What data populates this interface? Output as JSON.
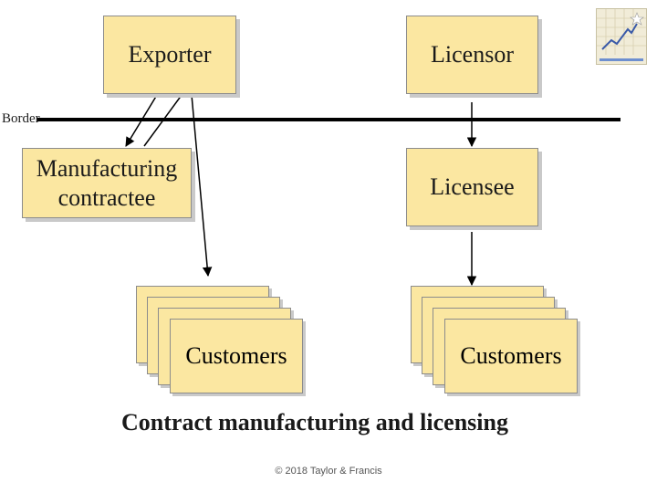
{
  "diagram": {
    "exporter": "Exporter",
    "licensor": "Licensor",
    "border": "Border",
    "manufacturing_contractee_line1": "Manufacturing",
    "manufacturing_contractee_line2": "contractee",
    "licensee": "Licensee",
    "customers_left": "Customers",
    "customers_right": "Customers"
  },
  "caption": "Contract manufacturing and licensing",
  "copyright": "© 2018 Taylor & Francis",
  "icons": [
    "logo-icon"
  ],
  "colors": {
    "box_fill": "#fbe7a1",
    "box_border": "#8c8c8c",
    "shadow": "#c9c9c9"
  }
}
